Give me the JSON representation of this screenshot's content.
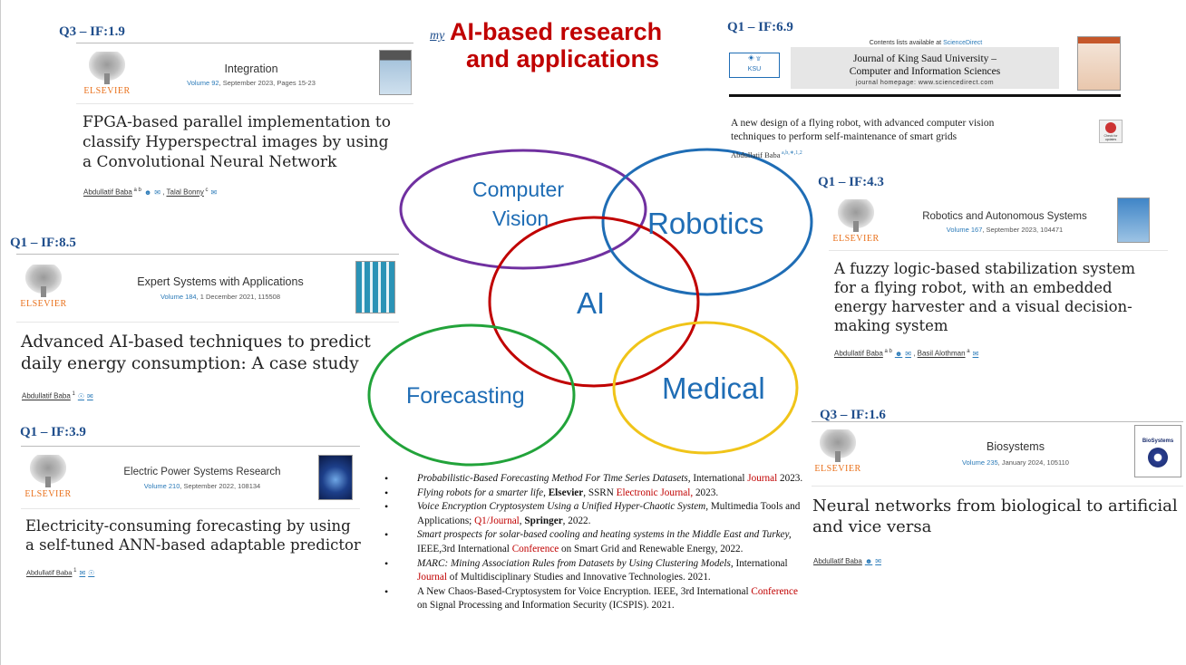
{
  "header": {
    "my": "my",
    "title_line1": "AI-based research",
    "title_line2": "and applications"
  },
  "topics": {
    "computer_vision_1": "Computer",
    "computer_vision_2": "Vision",
    "robotics": "Robotics",
    "ai": "AI",
    "forecasting": "Forecasting",
    "medical": "Medical"
  },
  "colors": {
    "purple": "#7030a0",
    "blue": "#1f6db5",
    "red": "#c00000",
    "green": "#22a33a",
    "yellow": "#f0c419",
    "elsevier_orange": "#e9711c"
  },
  "cards": {
    "integration": {
      "tag": "Q3 – IF:1.9",
      "publisher": "ELSEVIER",
      "journal": "Integration",
      "vol": "Volume 92",
      "date": ", September 2023, Pages 15-23",
      "title": "FPGA-based parallel implementation to classify Hyperspectral images by using a Convolutional Neural Network",
      "author1": "Abdullatif Baba",
      "sup1": " a b",
      "author2": "Talal Bonny",
      "sup2": " c"
    },
    "expert": {
      "tag": "Q1 – IF:8.5",
      "publisher": "ELSEVIER",
      "journal": "Expert Systems with Applications",
      "vol": "Volume 184",
      "date": ", 1 December 2021, 115508",
      "title": "Advanced AI-based techniques to predict daily energy consumption: A case study",
      "author1": "Abdullatif Baba",
      "sup1": " 1"
    },
    "electric": {
      "tag": "Q1 – IF:3.9",
      "publisher": "ELSEVIER",
      "journal": "Electric Power Systems Research",
      "vol": "Volume 210",
      "date": ", September 2022, 108134",
      "title": "Electricity-consuming forecasting by using a self-tuned ANN-based adaptable predictor",
      "author1": "Abdullatif Baba",
      "sup1": " 1"
    },
    "ksu": {
      "tag": "Q1 – IF:6.9",
      "contents": "Contents lists available at ",
      "sciencedirect": "ScienceDirect",
      "journal_line1": "Journal of King Saud University –",
      "journal_line2": "Computer and Information Sciences",
      "homepage": "journal homepage: www.sciencedirect.com",
      "title": "A new design of a flying robot, with advanced computer vision techniques to perform self-maintenance of smart grids",
      "author1": "Abdullatif Baba",
      "sup1": " a,b,∗,1,2",
      "check": "Check for updates"
    },
    "robotics": {
      "tag": "Q1 – IF:4.3",
      "publisher": "ELSEVIER",
      "journal": "Robotics and Autonomous Systems",
      "vol": "Volume 167",
      "date": ", September 2023, 104471",
      "title": "A fuzzy logic-based stabilization system for a flying robot, with an embedded energy harvester and a visual decision-making system",
      "author1": "Abdullatif Baba",
      "sup1": " a b",
      "author2": "Basil Alothman",
      "sup2": " a"
    },
    "biosystems": {
      "tag": "Q3 – IF:1.6",
      "publisher": "ELSEVIER",
      "journal": "Biosystems",
      "vol": "Volume 235",
      "date": ", January 2024, 105110",
      "title": "Neural networks from biological to artificial and vice versa",
      "author1": "Abdullatif Baba",
      "cover_text": "BioSystems"
    }
  },
  "pubs": {
    "p1": {
      "t": "Probabilistic-Based Forecasting Method For Time Series Datasets,",
      "a": " International ",
      "r": "Journal",
      "b": " 2023."
    },
    "p2": {
      "t": "Flying robots for a smarter life,",
      "k": " Elsevier",
      "a": ", SSRN ",
      "r": "Electronic Journal,",
      "b": " 2023."
    },
    "p3": {
      "t": "Voice Encryption Cryptosystem Using a Unified Hyper-Chaotic System,",
      "a": " Multimedia Tools and Applications; ",
      "r": "Q1/Journal",
      "a2": ", ",
      "k": "Springer",
      "b": ", 2022."
    },
    "p4": {
      "t": "Smart prospects for solar-based cooling and heating systems in the Middle East and Turkey,",
      "a": " IEEE,3rd International ",
      "r": "Conference",
      "b": " on Smart Grid and Renewable Energy, 2022."
    },
    "p5": {
      "t": "MARC: Mining Association Rules from Datasets by Using Clustering Models,",
      "a": " International ",
      "r": "Journal",
      "b": " of Multidisciplinary Studies and Innovative Technologies. 2021."
    },
    "p6": {
      "a": "A New Chaos-Based-Cryptosystem for Voice Encryption. IEEE, 3rd International ",
      "r": "Conference",
      "b": " on Signal Processing and Information Security (ICSPIS). 2021."
    }
  }
}
